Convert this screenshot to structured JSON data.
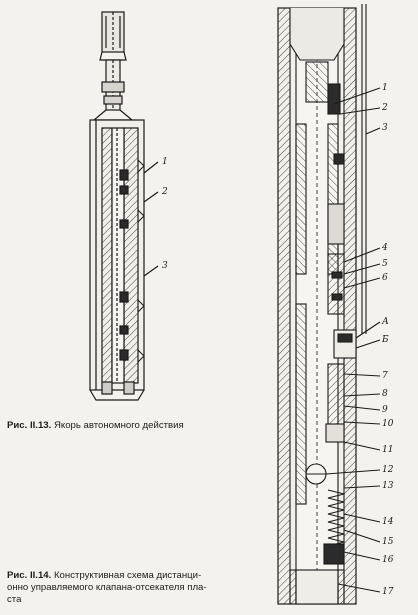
{
  "figure_11_13": {
    "caption_number": "Рис. II.13.",
    "caption_text": "Якорь автономного действия",
    "labels": [
      "1",
      "2",
      "3"
    ]
  },
  "figure_11_14": {
    "caption_number": "Рис. II.14.",
    "caption_text_line1": "Конструктивная схема дистанци-",
    "caption_text_line2": "онно управляемого клапана-отсекателя пла-",
    "caption_text_line3": "ста",
    "labels": [
      "1",
      "2",
      "3",
      "4",
      "5",
      "6",
      "А",
      "Б",
      "7",
      "8",
      "9",
      "10",
      "11",
      "12",
      "13",
      "14",
      "15",
      "16",
      "17"
    ]
  }
}
